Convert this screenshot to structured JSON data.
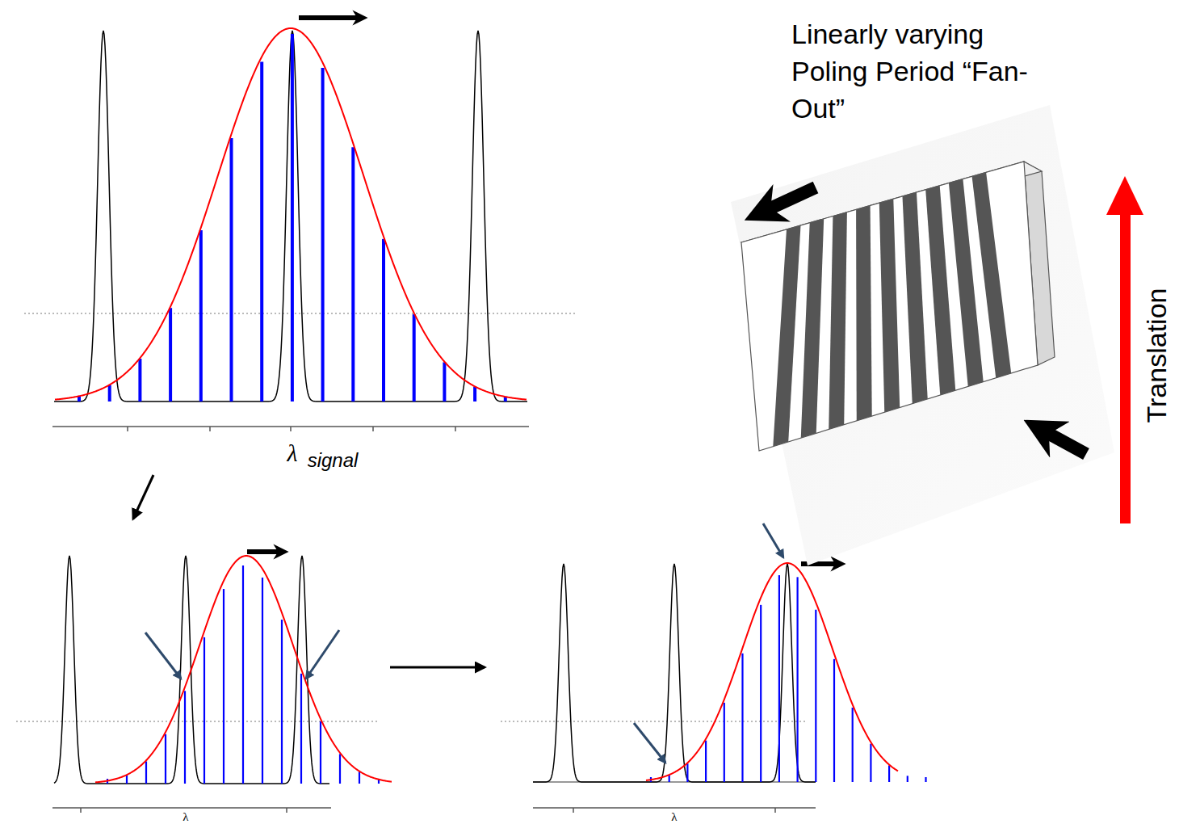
{
  "diagram": {
    "labels": [
      "λ",
      "signal",
      "λ",
      "λ",
      "Linearly varying Poling Period “Fan-Out”",
      "Translation"
    ]
  }
}
